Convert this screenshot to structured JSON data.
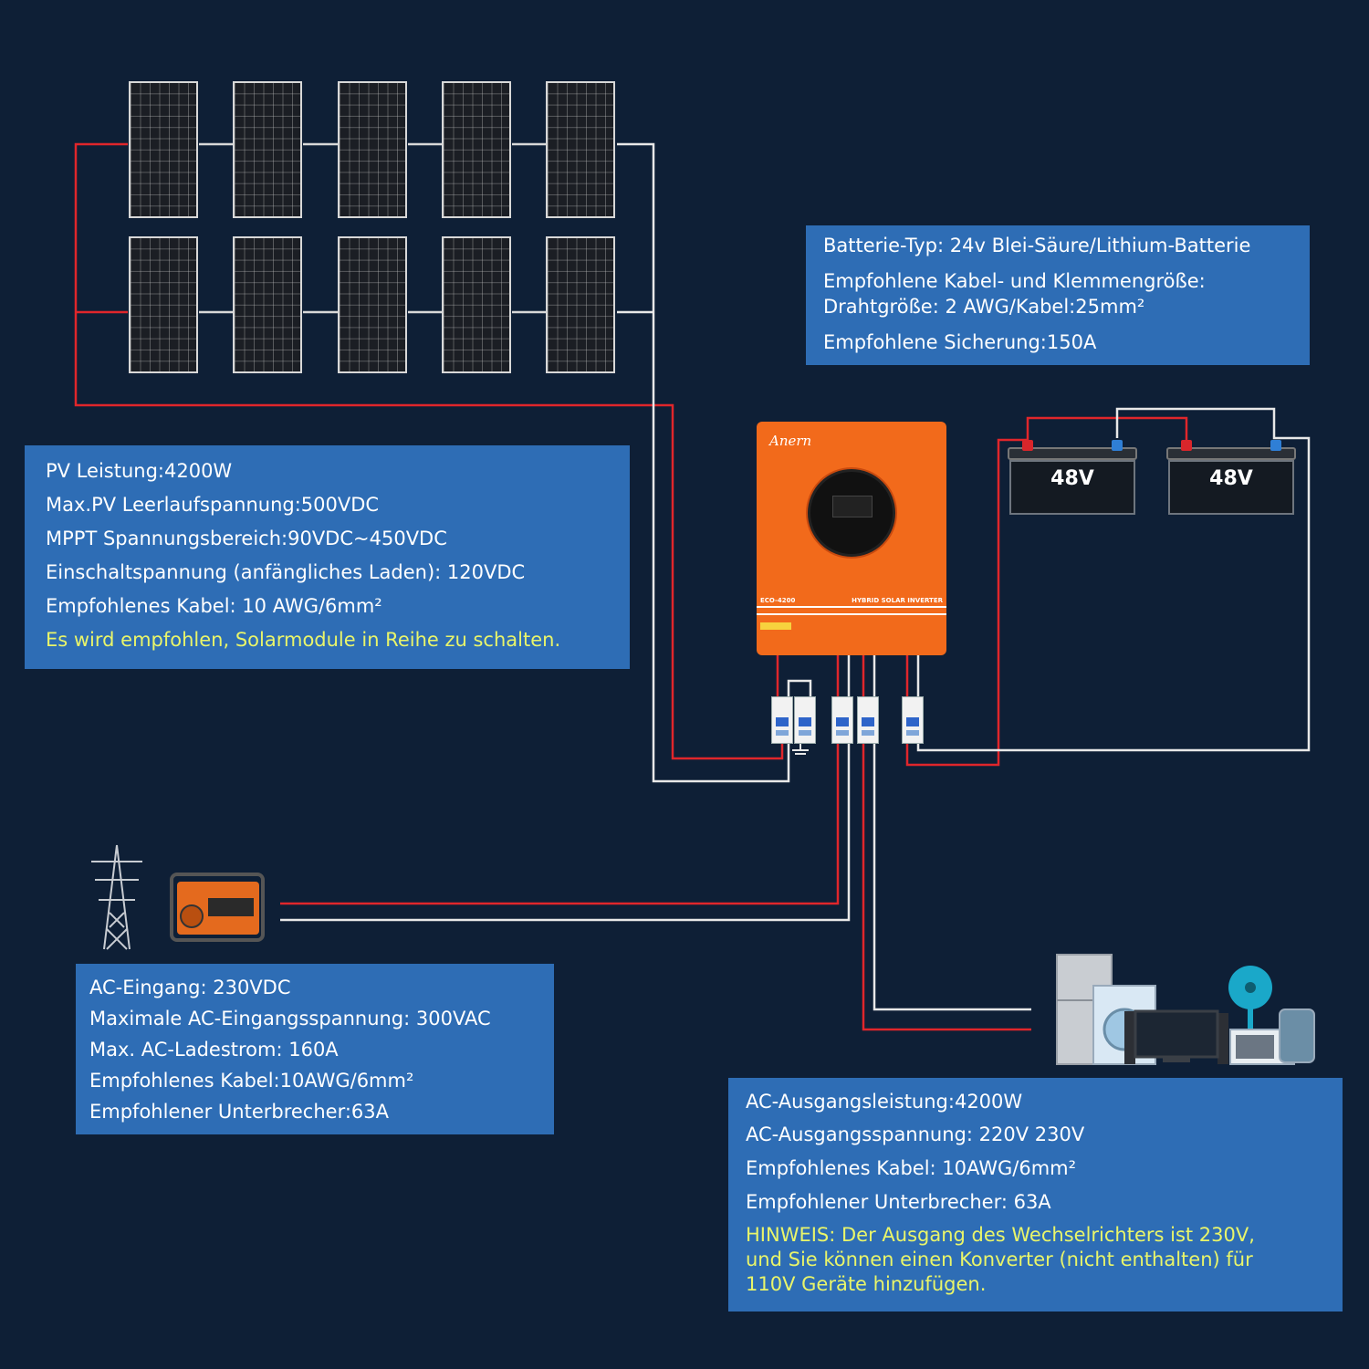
{
  "colors": {
    "background": "#0e1f36",
    "box": "#2e6db5",
    "highlight_text": "#e9f56a",
    "wire_positive": "#e0262b",
    "wire_negative": "#e8e8e8",
    "inverter": "#f26a1b"
  },
  "battery_box": {
    "line1": "Batterie-Typ: 24v Blei-Säure/Lithium-Batterie",
    "line2": "Empfohlene Kabel- und Klemmengröße:",
    "line3": "Drahtgröße: 2 AWG/Kabel:25mm²",
    "line4": "Empfohlene Sicherung:150A"
  },
  "pv_box": {
    "line1": "PV Leistung:4200W",
    "line2": "Max.PV Leerlaufspannung:500VDC",
    "line3": "MPPT Spannungsbereich:90VDC~450VDC",
    "line4": "Einschaltspannung (anfängliches Laden): 120VDC",
    "line5": "Empfohlenes Kabel: 10 AWG/6mm²",
    "note": "Es wird empfohlen, Solarmodule in Reihe zu schalten."
  },
  "ac_input_box": {
    "line1": "AC-Eingang: 230VDC",
    "line2": "Maximale AC-Eingangsspannung: 300VAC",
    "line3": "Max. AC-Ladestrom: 160A",
    "line4": "Empfohlenes Kabel:10AWG/6mm²",
    "line5": "Empfohlener Unterbrecher:63A"
  },
  "ac_output_box": {
    "line1": "AC-Ausgangsleistung:4200W",
    "line2": "AC-Ausgangsspannung: 220V 230V",
    "line3": "Empfohlenes Kabel: 10AWG/6mm²",
    "line4": "Empfohlener Unterbrecher: 63A",
    "note1": "HINWEIS: Der Ausgang des Wechselrichters ist 230V,",
    "note2": "und Sie können einen Konverter (nicht enthalten) für",
    "note3": "110V Geräte hinzufügen."
  },
  "batteries": [
    {
      "label": "48V"
    },
    {
      "label": "48V"
    }
  ],
  "inverter": {
    "brand": "Anern",
    "model": "ECO-4200",
    "type": "HYBRID SOLAR INVERTER"
  },
  "icons": [
    "solar-panel-icon",
    "battery-icon",
    "inverter-icon",
    "circuit-breaker-icon",
    "power-tower-icon",
    "generator-icon",
    "refrigerator-icon",
    "washing-machine-icon",
    "television-icon",
    "fan-icon",
    "microwave-icon",
    "speaker-icon"
  ]
}
